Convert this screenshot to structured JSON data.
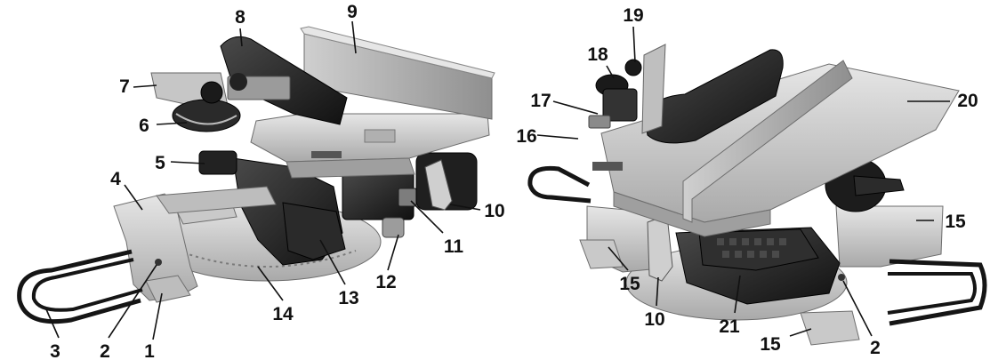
{
  "figure": {
    "colors": {
      "ink": "#111111",
      "aluminium_light": "#d6d6d6",
      "aluminium_mid": "#b3b3b3",
      "aluminium_dark": "#8e8e8e",
      "housing_black": "#1c1c1c",
      "housing_grey": "#3a3a3a",
      "background": "#ffffff"
    },
    "views": [
      {
        "id": "left-view",
        "callouts": [
          {
            "id": "c1",
            "label": "1"
          },
          {
            "id": "c2",
            "label": "2"
          },
          {
            "id": "c3",
            "label": "3"
          },
          {
            "id": "c4",
            "label": "4"
          },
          {
            "id": "c5",
            "label": "5"
          },
          {
            "id": "c6",
            "label": "6"
          },
          {
            "id": "c7",
            "label": "7"
          },
          {
            "id": "c8",
            "label": "8"
          },
          {
            "id": "c9",
            "label": "9"
          },
          {
            "id": "c10",
            "label": "10"
          },
          {
            "id": "c11",
            "label": "11"
          },
          {
            "id": "c12",
            "label": "12"
          },
          {
            "id": "c13",
            "label": "13"
          },
          {
            "id": "c14",
            "label": "14"
          }
        ]
      },
      {
        "id": "right-view",
        "callouts": [
          {
            "id": "c15a",
            "label": "15"
          },
          {
            "id": "c15b",
            "label": "15"
          },
          {
            "id": "c15c",
            "label": "15"
          },
          {
            "id": "c16",
            "label": "16"
          },
          {
            "id": "c17",
            "label": "17"
          },
          {
            "id": "c18",
            "label": "18"
          },
          {
            "id": "c19",
            "label": "19"
          },
          {
            "id": "c20",
            "label": "20"
          },
          {
            "id": "c10b",
            "label": "10"
          },
          {
            "id": "c21",
            "label": "21"
          },
          {
            "id": "c2b",
            "label": "2"
          }
        ]
      }
    ]
  }
}
